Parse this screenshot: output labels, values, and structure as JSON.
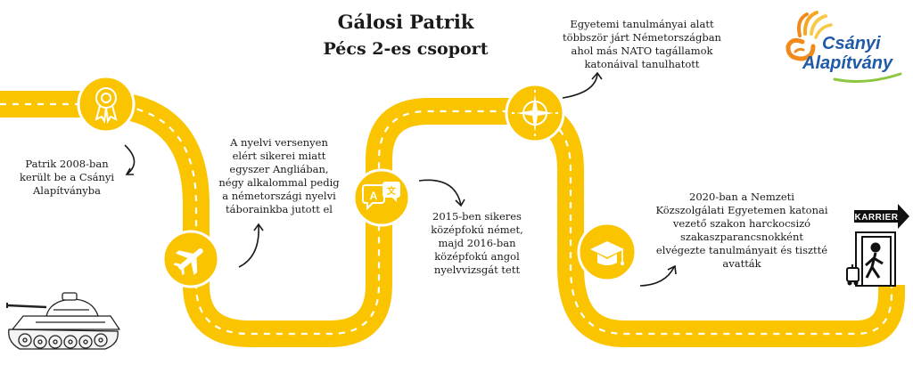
{
  "header": {
    "name": "Gálosi Patrik",
    "group": "Pécs 2-es csoport"
  },
  "logo": {
    "line1": "Csányi",
    "line2": "Alapítvány"
  },
  "milestones": [
    {
      "icon": "award-ribbon-icon",
      "lines": [
        "Patrik 2008-ban",
        "került be a Csányi",
        "Alapítványba"
      ]
    },
    {
      "icon": "airplane-icon",
      "lines": [
        "A nyelvi versenyen",
        "elért sikerei miatt",
        "egyszer Angliában,",
        "négy alkalommal pedig",
        "a németországi nyelvi",
        "táborainkba jutott el"
      ]
    },
    {
      "icon": "translate-speech-icon",
      "lines": [
        "2015-ben sikeres",
        "középfokú német,",
        "majd 2016-ban",
        "középfokú angol",
        "nyelvvizsgát tett"
      ]
    },
    {
      "icon": "nato-compass-icon",
      "lines": [
        "Egyetemi tanulmányai alatt",
        "többször járt Németországban",
        "ahol más NATO tagállamok",
        "katonáival tanulhatott"
      ]
    },
    {
      "icon": "graduation-cap-icon",
      "lines": [
        "2020-ban a Nemzeti",
        "Közszolgálati Egyetemen katonai",
        "vezető szakon harckocsizó",
        "szakaszparancsnokként",
        "elvégezte tanulmányait és tisztté",
        "avatták"
      ]
    }
  ],
  "career": {
    "label": "KARRIER"
  },
  "colors": {
    "road": "#fbc400",
    "road_dash": "#ffffff",
    "icon_circle": "#fbc400",
    "icon_ring": "#ffffff",
    "text": "#1a1a1a",
    "logo_blue": "#1f5ba8",
    "logo_orange": "#f08a1c",
    "logo_green": "#8dc63f"
  }
}
